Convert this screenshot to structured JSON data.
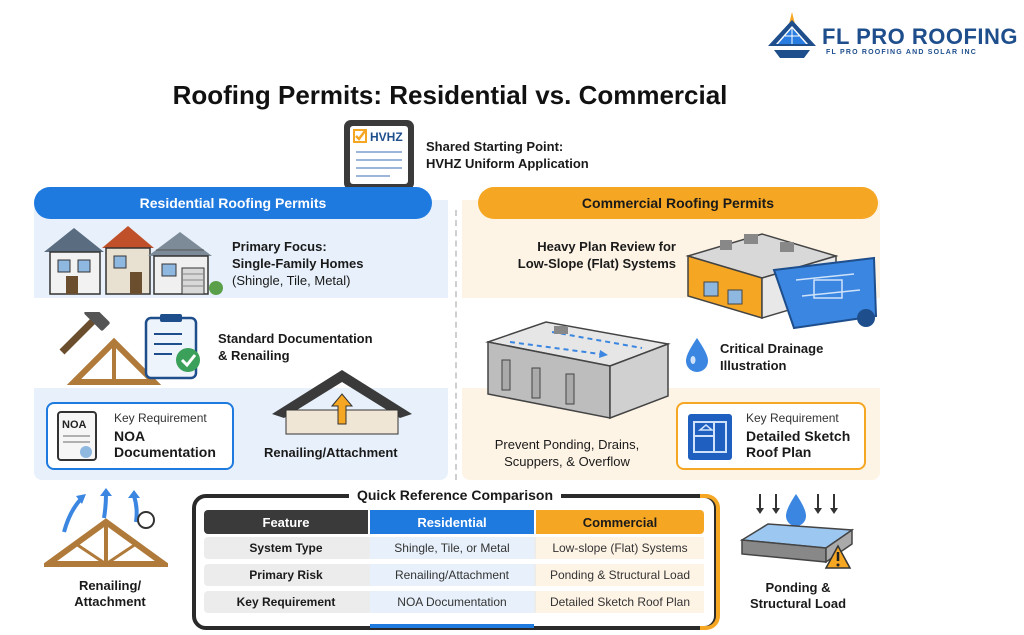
{
  "brand": {
    "name": "FL PRO ROOFING",
    "subtitle": "FL PRO ROOFING AND SOLAR INC"
  },
  "title": "Roofing Permits: Residential vs. Commercial",
  "shared": {
    "badge": "HVHZ",
    "line1": "Shared Starting Point:",
    "line2": "HVHZ Uniform Application"
  },
  "residential": {
    "header": "Residential Roofing Permits",
    "focus_line1": "Primary Focus:",
    "focus_line2": "Single-Family Homes",
    "focus_line3": "(Shingle, Tile, Metal)",
    "doc_line1": "Standard Documentation",
    "doc_line2": "& Renailing",
    "key_label": "Key Requirement",
    "key_line1": "NOA",
    "key_line2": "Documentation",
    "key_doc_badge": "NOA",
    "renail_label": "Renailing/Attachment"
  },
  "commercial": {
    "header": "Commercial Roofing Permits",
    "review_line1": "Heavy Plan Review for",
    "review_line2": "Low-Slope (Flat) Systems",
    "drain_line1": "Critical Drainage",
    "drain_line2": "Illustration",
    "ponding_line1": "Prevent Ponding, Drains,",
    "ponding_line2": "Scuppers, & Overflow",
    "key_label": "Key Requirement",
    "key_line1": "Detailed Sketch",
    "key_line2": "Roof Plan"
  },
  "comparison": {
    "title": "Quick Reference Comparison",
    "headers": [
      "Feature",
      "Residential",
      "Commercial"
    ],
    "rows": [
      [
        "System Type",
        "Shingle, Tile, or Metal",
        "Low-slope (Flat) Systems"
      ],
      [
        "Primary Risk",
        "Renailing/Attachment",
        "Ponding & Structural Load"
      ],
      [
        "Key Requirement",
        "NOA Documentation",
        "Detailed Sketch Roof Plan"
      ]
    ]
  },
  "corner_left": {
    "line1": "Renailing/",
    "line2": "Attachment"
  },
  "corner_right": {
    "line1": "Ponding &",
    "line2": "Structural Load"
  },
  "colors": {
    "residential": "#1f7ae0",
    "commercial": "#f5a623",
    "brand": "#1e4e8c"
  }
}
